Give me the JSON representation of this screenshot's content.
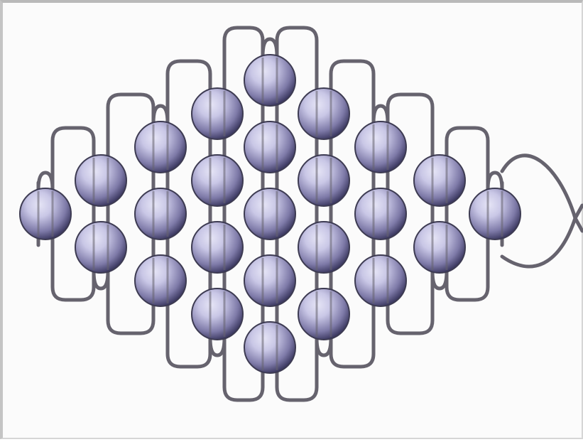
{
  "diagram": {
    "subject": "bead-weave-pattern",
    "colors": {
      "background": "#fbfbfb",
      "thread": "#66636e",
      "bead_light": "#c9c7e6",
      "bead_mid": "#7e7aa8",
      "bead_dark": "#3b3860"
    },
    "columns": [
      {
        "beads": 1
      },
      {
        "beads": 2
      },
      {
        "beads": 3
      },
      {
        "beads": 4
      },
      {
        "beads": 5
      },
      {
        "beads": 4
      },
      {
        "beads": 3
      },
      {
        "beads": 2
      },
      {
        "beads": 1
      }
    ],
    "total_beads": 25
  }
}
